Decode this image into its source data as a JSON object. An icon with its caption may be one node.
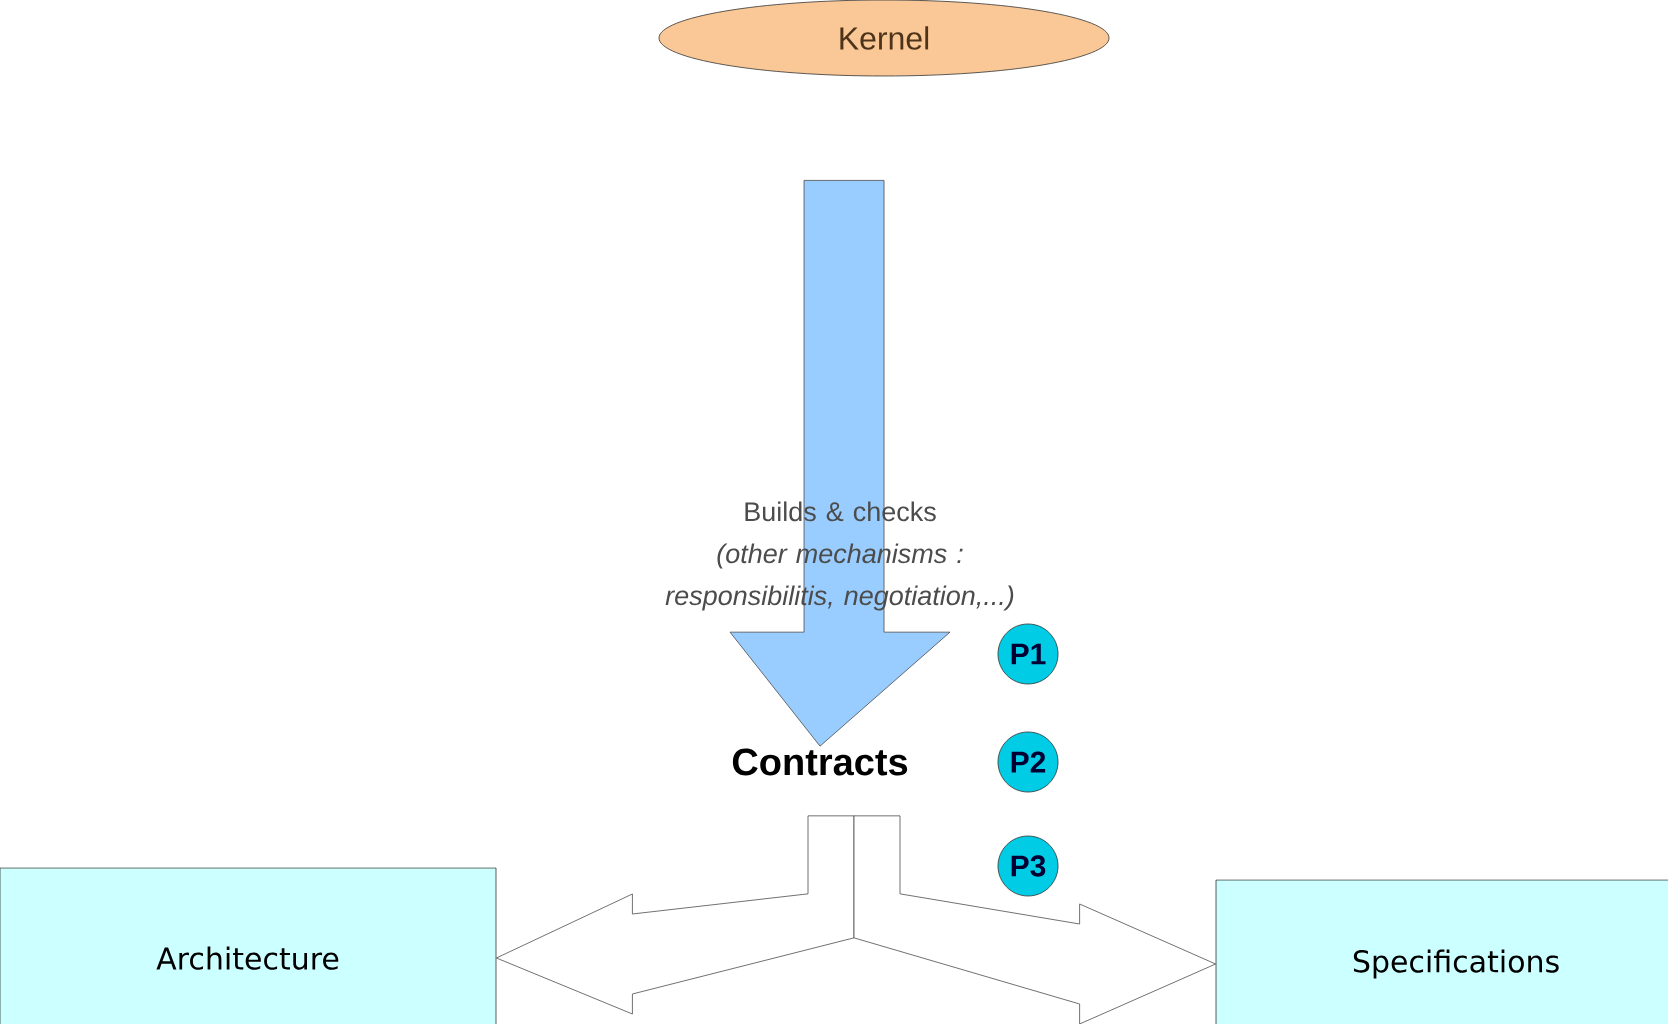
{
  "diagram": {
    "nodes": [
      {
        "text": [
          "Kernel"
        ]
      },
      {
        "text": [
          "Contracts"
        ]
      },
      {
        "text": [
          "Architecture"
        ]
      },
      {
        "text": [
          "Specifications"
        ]
      },
      {
        "text": [
          "P1"
        ]
      },
      {
        "text": [
          "P2"
        ]
      },
      {
        "text": [
          "P3"
        ]
      }
    ],
    "edges": [
      {
        "from": 0,
        "to": 1,
        "arrow": "to",
        "label": "Builds & checks *(other mechanisms : responsibilitis, negotiation,...)*",
        "color": "#99ccff"
      },
      {
        "from": 1,
        "to": 2,
        "arrow": "to"
      },
      {
        "from": 1,
        "to": 3,
        "arrow": "to"
      }
    ]
  }
}
